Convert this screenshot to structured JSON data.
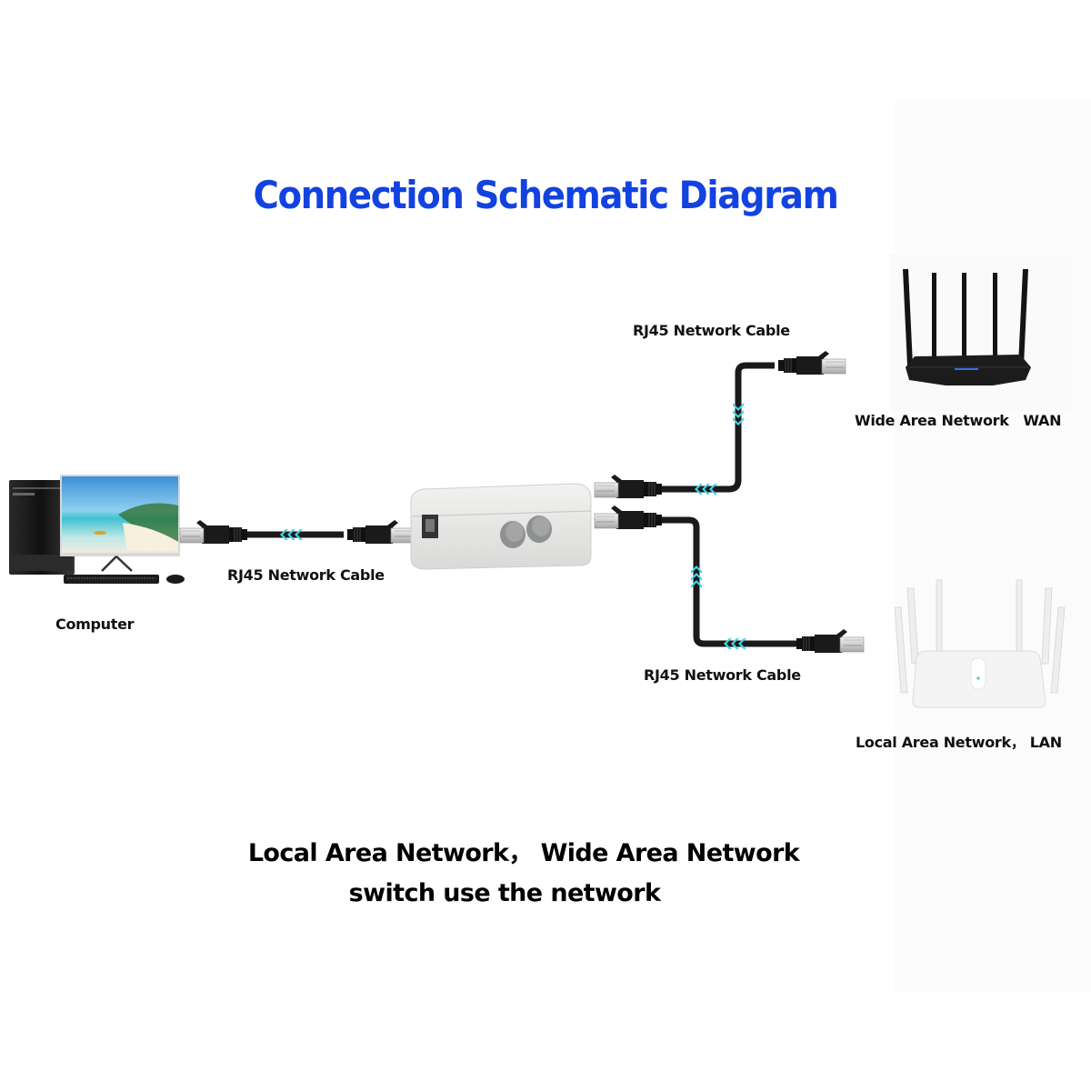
{
  "title": "Connection Schematic Diagram",
  "colors": {
    "title": "#1242e0",
    "cable": "#1a1a1a",
    "chevron": "#3fd6e6",
    "switch_body": "#e6e6e4",
    "knob": "#8e9092"
  },
  "devices": {
    "computer": {
      "label": "Computer",
      "icon": "desktop-computer-icon"
    },
    "switch": {
      "icon": "network-switch-box-icon"
    },
    "wan_router": {
      "label": "Wide Area Network   WAN",
      "icon": "black-router-icon"
    },
    "lan_router": {
      "label": "Local Area Network， LAN",
      "icon": "white-router-icon"
    }
  },
  "cables": {
    "computer_to_switch": "RJ45 Network Cable",
    "switch_to_wan": "RJ45 Network Cable",
    "switch_to_lan": "RJ45 Network Cable"
  },
  "footer": {
    "line1": "Local Area Network， Wide Area Network",
    "line2": "switch use the network"
  }
}
